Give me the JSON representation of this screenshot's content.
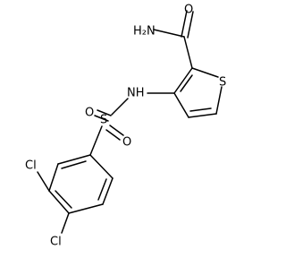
{
  "molecule": {
    "atoms": {
      "amide_o": "O",
      "amide_n": "H₂N",
      "ring_s": "S",
      "amine_n": "NH",
      "sulfonyl_s": "S",
      "sulfonyl_o1": "O",
      "sulfonyl_o2": "O",
      "cl_3": "Cl",
      "cl_4": "Cl"
    },
    "colors": {
      "bond": "#000000",
      "label": "#000000",
      "background": "#ffffff"
    }
  }
}
